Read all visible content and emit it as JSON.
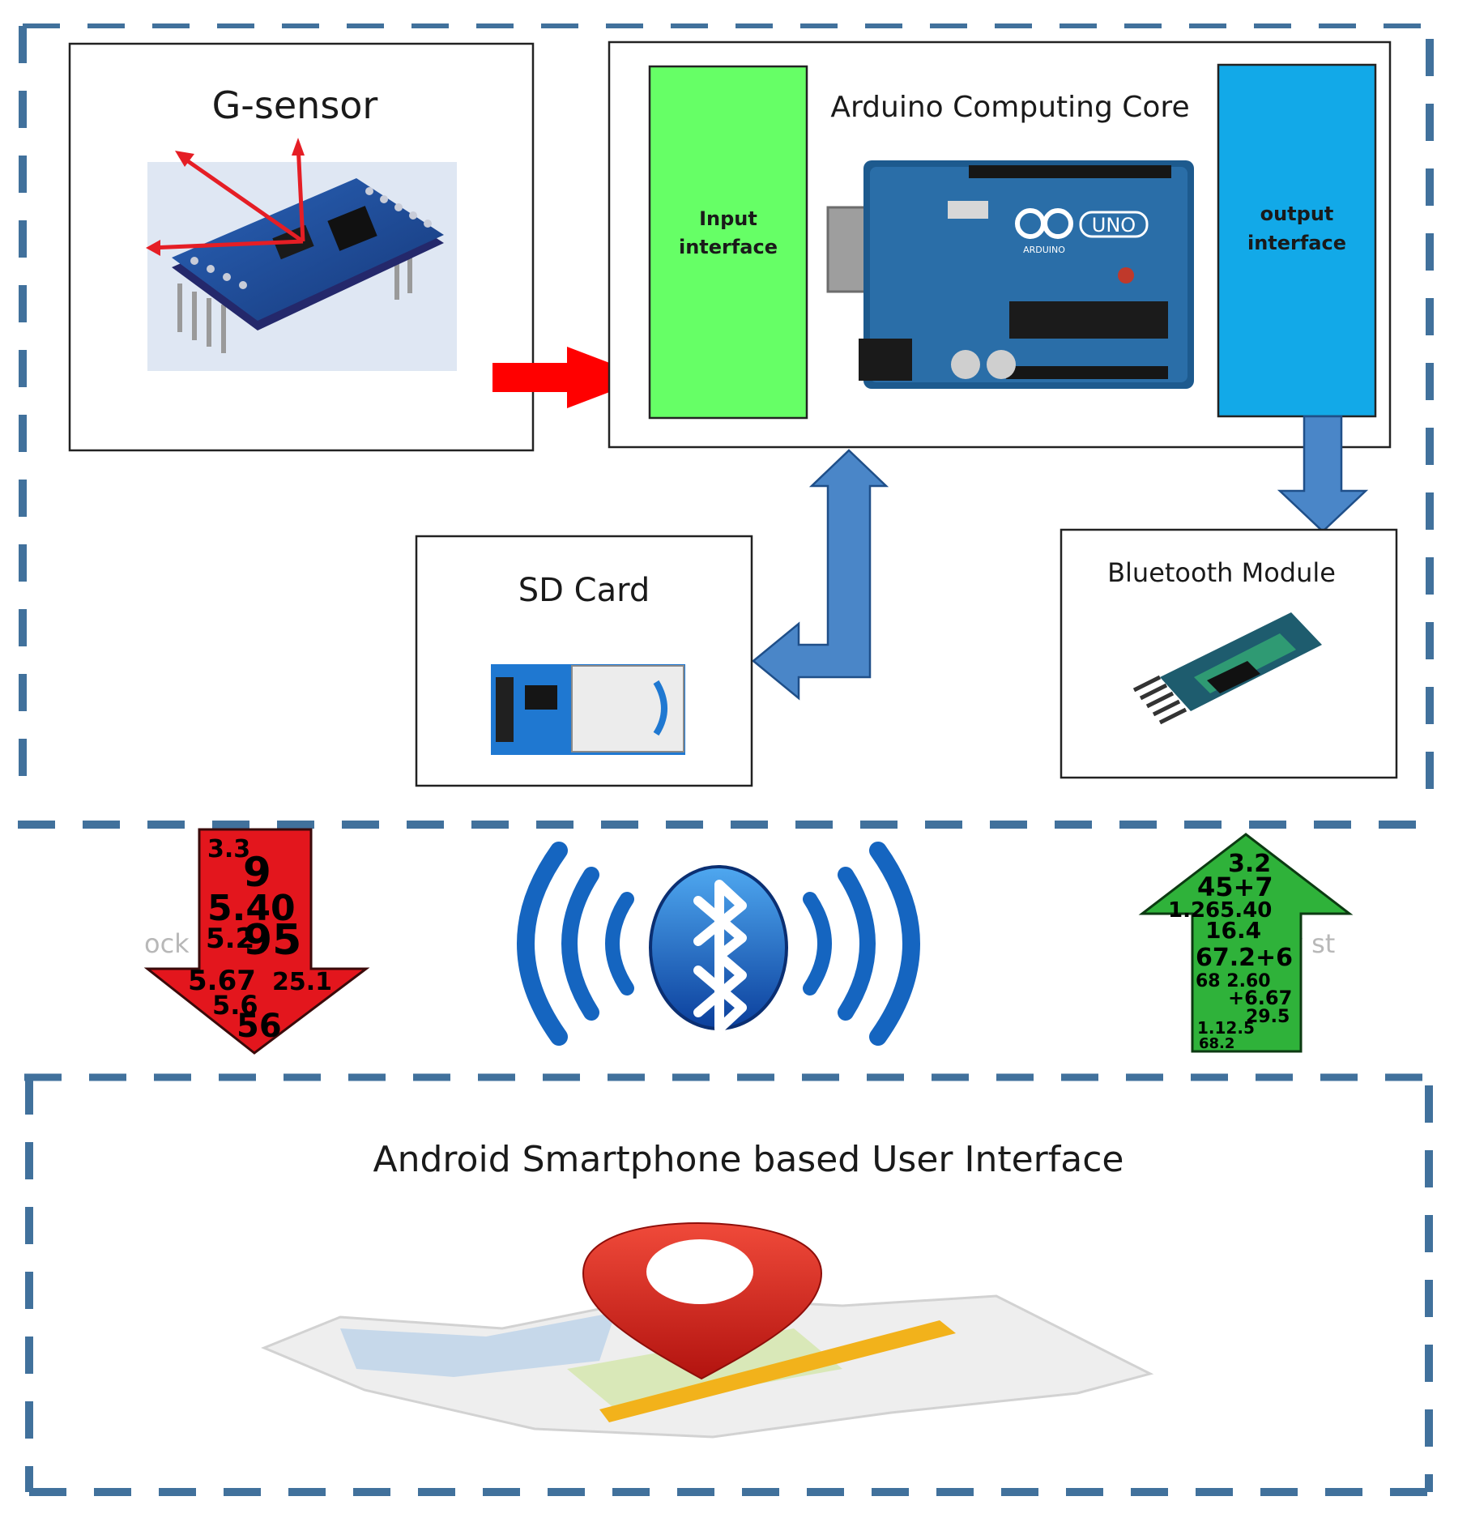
{
  "labels": {
    "g_sensor": "G-sensor",
    "arduino_core": "Arduino Computing Core",
    "input_line1": "Input",
    "input_line2": "interface",
    "output_line1": "output",
    "output_line2": "interface",
    "sd_card": "SD Card",
    "bluetooth_module": "Bluetooth Module",
    "android_ui": "Android Smartphone based User Interface"
  },
  "board_text": {
    "uno": "UNO",
    "brand": "ARDUINO"
  },
  "data_arrow_down": {
    "color": "#e3161d",
    "numbers": [
      "3.3",
      "9",
      "5.40",
      "5.2",
      "95",
      "5.67",
      "25.1",
      "5.6",
      "56"
    ],
    "ghost_text": "ock"
  },
  "data_arrow_up": {
    "color": "#2fb23a",
    "numbers": [
      "3.2",
      "45+7",
      "1.265.40",
      "16.4",
      "67.2+6",
      "68 2.60",
      "+6.67",
      "29.5",
      "1.12.5",
      "68.2"
    ],
    "ghost_text": "y st"
  },
  "colors": {
    "dashed_border": "#41719c",
    "input_interface": "#66ff66",
    "output_interface": "#12a9e8",
    "flow_arrow_red": "#ff0000",
    "flow_arrow_blue": "#4a86c8",
    "pcb_blue": "#1f4e9e",
    "pin_red": "#d9251d",
    "map_road": "#f2b21b"
  },
  "icons": [
    "accelerometer-board-icon",
    "arduino-uno-board-icon",
    "sd-card-module-icon",
    "bluetooth-hc05-module-icon",
    "bluetooth-signal-icon",
    "map-pin-icon"
  ]
}
